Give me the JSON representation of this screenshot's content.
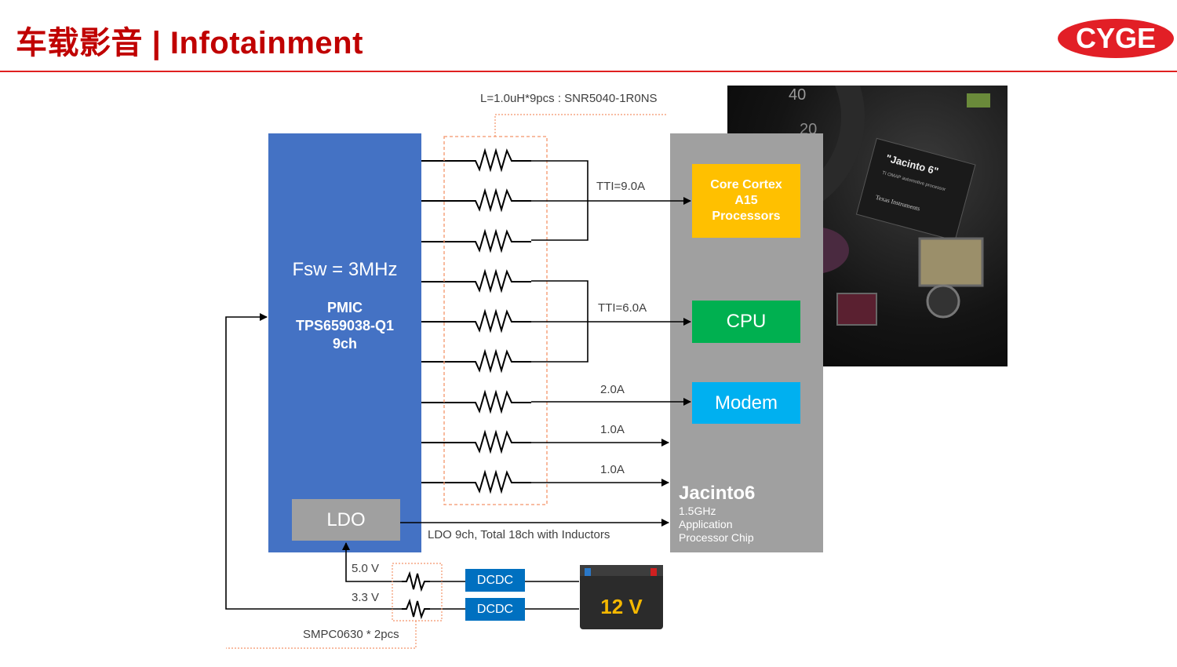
{
  "header": {
    "title": "车载影音 | Infotainment",
    "logo_text": "CYGE",
    "brand_color": "#c00000"
  },
  "pmic": {
    "fsw": "Fsw = 3MHz",
    "line1": "PMIC",
    "line2": "TPS659038-Q1",
    "line3": "9ch",
    "ldo_label": "LDO",
    "color": "#4472c4"
  },
  "inductors": {
    "label": "L=1.0uH*9pcs : SNR5040-1R0NS",
    "count": 9
  },
  "currents": {
    "core": "TTI=9.0A",
    "cpu": "TTI=6.0A",
    "modem": "2.0A",
    "ch8": "1.0A",
    "ch9": "1.0A",
    "ldo_note": "LDO 9ch, Total 18ch with Inductors"
  },
  "jacinto": {
    "core_block": [
      "Core Cortex",
      "A15",
      "Processors"
    ],
    "cpu_block": "CPU",
    "modem_block": "Modem",
    "name": "Jacinto6",
    "desc": [
      "1.5GHz",
      "Application",
      "Processor Chip"
    ]
  },
  "input_stage": {
    "v1": "5.0 V",
    "v2": "3.3 V",
    "dcdc1": "DCDC",
    "dcdc2": "DCDC",
    "inductor_label": "SMPC0630 * 2pcs",
    "battery_label": "12 V"
  },
  "photo": {
    "chip_text": "\"Jacinto 6\"",
    "chip_sub": "TI OMAP automotive processor",
    "brand": "Texas Instruments",
    "gauge_labels": [
      "40",
      "20"
    ]
  }
}
